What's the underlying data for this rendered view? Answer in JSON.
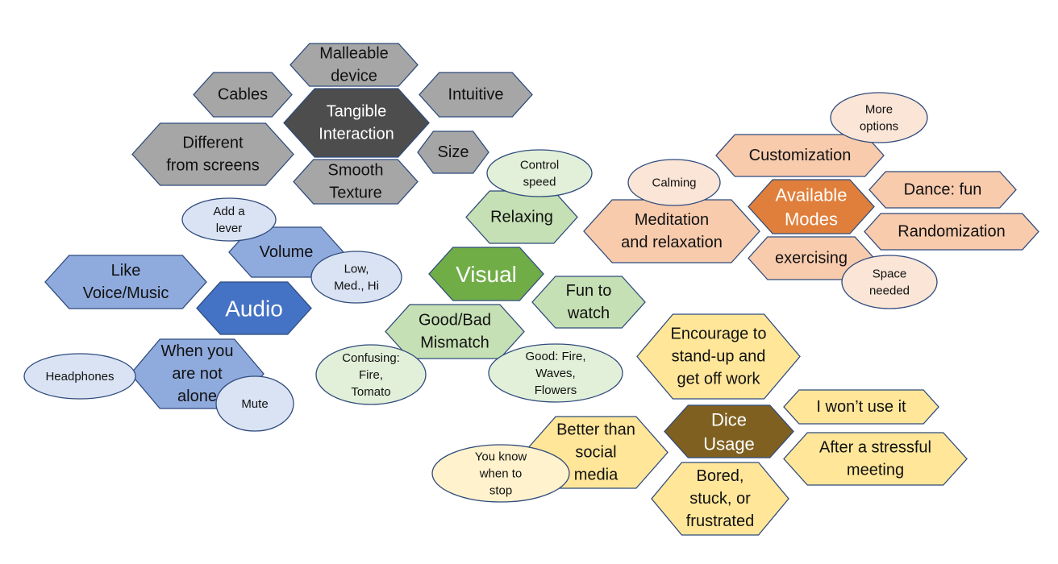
{
  "colors": {
    "tangible_hub": "#4d4d4d",
    "tangible_leaf": "#a6a6a6",
    "audio_hub": "#4472c4",
    "audio_leaf": "#8faadc",
    "audio_sub": "#dae3f3",
    "visual_hub": "#70ad47",
    "visual_leaf": "#c5e0b4",
    "visual_sub": "#e2f0d9",
    "modes_hub": "#e07f3b",
    "modes_leaf": "#f8cbad",
    "modes_sub": "#fbe5d6",
    "dice_hub": "#7f6020",
    "dice_leaf": "#ffe699",
    "dice_sub": "#fff2cc",
    "outline": "#2f4b7c",
    "text_dark": "#111111",
    "text_light": "#ffffff"
  },
  "nodes": [
    {
      "id": "tangible-interaction",
      "group": "tangible",
      "kind": "hub",
      "shape": "hex",
      "text": "Tangible\nInteraction"
    },
    {
      "id": "malleable-device",
      "group": "tangible",
      "kind": "leaf",
      "shape": "hex",
      "text": "Malleable\ndevice"
    },
    {
      "id": "cables",
      "group": "tangible",
      "kind": "leaf",
      "shape": "hex",
      "text": "Cables"
    },
    {
      "id": "intuitive",
      "group": "tangible",
      "kind": "leaf",
      "shape": "hex",
      "text": "Intuitive"
    },
    {
      "id": "different-from-screens",
      "group": "tangible",
      "kind": "leaf",
      "shape": "hex",
      "text": "Different\nfrom screens"
    },
    {
      "id": "size",
      "group": "tangible",
      "kind": "leaf",
      "shape": "hex",
      "text": "Size"
    },
    {
      "id": "smooth-texture",
      "group": "tangible",
      "kind": "leaf",
      "shape": "hex",
      "text": "Smooth\nTexture"
    },
    {
      "id": "audio",
      "group": "audio",
      "kind": "hub",
      "shape": "hex",
      "text": "Audio"
    },
    {
      "id": "like-voice-music",
      "group": "audio",
      "kind": "leaf",
      "shape": "hex",
      "text": "Like\nVoice/Music"
    },
    {
      "id": "volume",
      "group": "audio",
      "kind": "leaf",
      "shape": "hex",
      "text": "Volume"
    },
    {
      "id": "when-you-are-not-alone",
      "group": "audio",
      "kind": "leaf",
      "shape": "hex",
      "text": "When you\nare not\nalone"
    },
    {
      "id": "add-a-lever",
      "group": "audio",
      "kind": "sub",
      "shape": "ellipse",
      "text": "Add a\nlever"
    },
    {
      "id": "low-med-hi",
      "group": "audio",
      "kind": "sub",
      "shape": "ellipse",
      "text": "Low,\nMed., Hi"
    },
    {
      "id": "headphones",
      "group": "audio",
      "kind": "sub",
      "shape": "ellipse",
      "text": "Headphones"
    },
    {
      "id": "mute",
      "group": "audio",
      "kind": "sub",
      "shape": "ellipse",
      "text": "Mute"
    },
    {
      "id": "visual",
      "group": "visual",
      "kind": "hub",
      "shape": "hex",
      "text": "Visual"
    },
    {
      "id": "relaxing",
      "group": "visual",
      "kind": "leaf",
      "shape": "hex",
      "text": "Relaxing"
    },
    {
      "id": "fun-to-watch",
      "group": "visual",
      "kind": "leaf",
      "shape": "hex",
      "text": "Fun to\nwatch"
    },
    {
      "id": "good-bad-mismatch",
      "group": "visual",
      "kind": "leaf",
      "shape": "hex",
      "text": "Good/Bad\nMismatch"
    },
    {
      "id": "control-speed",
      "group": "visual",
      "kind": "sub",
      "shape": "ellipse",
      "text": "Control\nspeed"
    },
    {
      "id": "confusing",
      "group": "visual",
      "kind": "sub",
      "shape": "ellipse",
      "text": "Confusing:\nFire,\nTomato"
    },
    {
      "id": "good-fire-waves",
      "group": "visual",
      "kind": "sub",
      "shape": "ellipse",
      "text": "Good: Fire,\nWaves,\nFlowers"
    },
    {
      "id": "available-modes",
      "group": "modes",
      "kind": "hub",
      "shape": "hex",
      "text": "Available\nModes"
    },
    {
      "id": "customization",
      "group": "modes",
      "kind": "leaf",
      "shape": "hex",
      "text": "Customization"
    },
    {
      "id": "dance-fun",
      "group": "modes",
      "kind": "leaf",
      "shape": "hex",
      "text": "Dance: fun"
    },
    {
      "id": "randomization",
      "group": "modes",
      "kind": "leaf",
      "shape": "hex",
      "text": "Randomization"
    },
    {
      "id": "meditation",
      "group": "modes",
      "kind": "leaf",
      "shape": "hex",
      "text": "Meditation\nand relaxation"
    },
    {
      "id": "exercising",
      "group": "modes",
      "kind": "leaf",
      "shape": "hex",
      "text": "exercising"
    },
    {
      "id": "more-options",
      "group": "modes",
      "kind": "sub",
      "shape": "ellipse",
      "text": "More\noptions"
    },
    {
      "id": "calming",
      "group": "modes",
      "kind": "sub",
      "shape": "ellipse",
      "text": "Calming"
    },
    {
      "id": "space-needed",
      "group": "modes",
      "kind": "sub",
      "shape": "ellipse",
      "text": "Space\nneeded"
    },
    {
      "id": "dice-usage",
      "group": "dice",
      "kind": "hub",
      "shape": "hex",
      "text": "Dice\nUsage"
    },
    {
      "id": "encourage",
      "group": "dice",
      "kind": "leaf",
      "shape": "hex",
      "text": "Encourage to\nstand-up and\nget off work"
    },
    {
      "id": "wont-use-it",
      "group": "dice",
      "kind": "leaf",
      "shape": "hex",
      "text": "I won’t use it"
    },
    {
      "id": "after-stressful-meeting",
      "group": "dice",
      "kind": "leaf",
      "shape": "hex",
      "text": "After a stressful\nmeeting"
    },
    {
      "id": "bored-stuck",
      "group": "dice",
      "kind": "leaf",
      "shape": "hex",
      "text": "Bored,\nstuck, or\nfrustrated"
    },
    {
      "id": "better-than-social-media",
      "group": "dice",
      "kind": "leaf",
      "shape": "hex",
      "text": "Better than\nsocial\nmedia"
    },
    {
      "id": "you-know-when-to-stop",
      "group": "dice",
      "kind": "sub",
      "shape": "ellipse",
      "text": "You know\nwhen to\nstop"
    }
  ]
}
